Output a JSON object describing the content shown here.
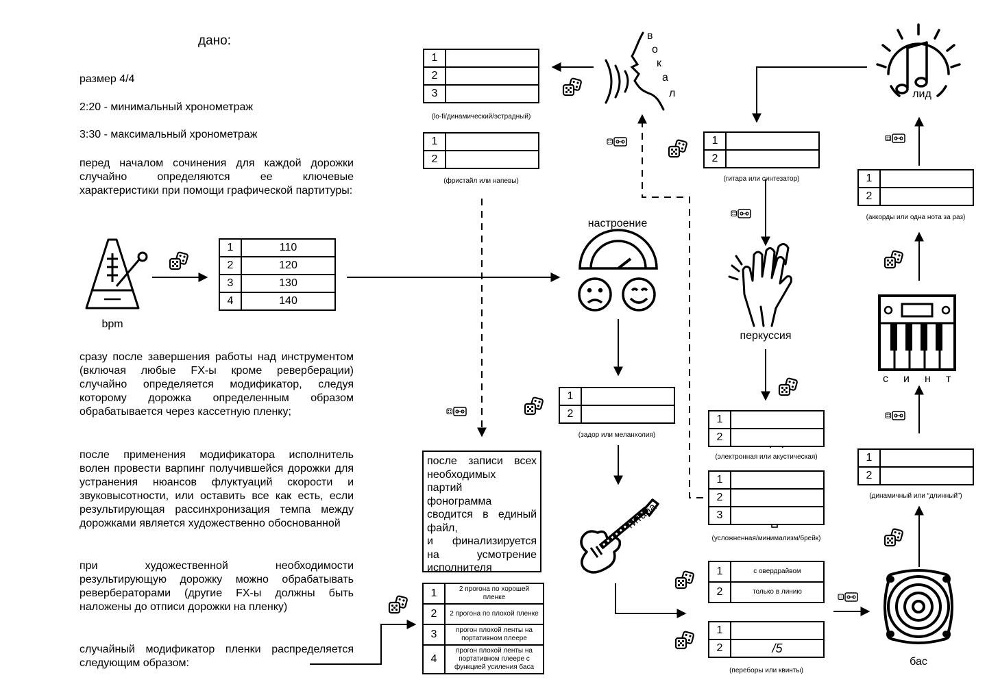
{
  "heading": "дано:",
  "intro": {
    "size": "размер 4/4",
    "min_duration": "2:20 - минимальный хронометраж",
    "max_duration": "3:30 - максимальный хронометраж",
    "p1": "перед началом сочинения для каждой дорожки случайно определяются ее ключевые характеристики при помощи графической партитуры:"
  },
  "bpm": {
    "label": "bpm",
    "rows": [
      {
        "n": "1",
        "v": "110"
      },
      {
        "n": "2",
        "v": "120"
      },
      {
        "n": "3",
        "v": "130"
      },
      {
        "n": "4",
        "v": "140"
      }
    ]
  },
  "rules": {
    "p2": "сразу после завершения работы над инструментом (включая любые FX-ы кроме реверберации) случайно определяется модификатор, следуя которому дорожка определенным образом обрабатывается через кассетную пленку;",
    "p3": "после применения модификатора исполнитель волен провести варпинг получившейся дорожки для устранения нюансов флуктуаций скорости и звуковысотности, или оставить все как есть, если результирующая рассинхронизация темпа между дорожками является художественно обоснованной",
    "p4": "при художественной необходимости результирующую дорожку можно обрабатывать ревербераторами (другие FX-ы должны быть наложены до отписи дорожки на пленку)",
    "p5": "случайный модификатор пленки распределяется следующим образом:"
  },
  "tape_table": [
    {
      "n": "1",
      "v": "2 прогона по хорошей пленке"
    },
    {
      "n": "2",
      "v": "2 прогона по плохой пленке"
    },
    {
      "n": "3",
      "v": "прогон плохой ленты на портативном плеере"
    },
    {
      "n": "4",
      "v": "прогон плохой ленты на портативном плеере с функцией усиления баса"
    }
  ],
  "final_text": [
    "после записи всех",
    "необходимых",
    "партий",
    "фонограмма",
    "сводится в единый",
    "файл,",
    "и финализируется",
    "на усмотрение",
    "исполнителя"
  ],
  "vocal": {
    "label": "вокал",
    "letters": [
      "в",
      "о",
      "к",
      "а",
      "л"
    ],
    "table1_nums": [
      "1",
      "2",
      "3"
    ],
    "table1_caption": "(lo-fi/динамический/эстрадный)",
    "table2_nums": [
      "1",
      "2"
    ],
    "table2_caption": "(фристайл или напевы)"
  },
  "mood": {
    "label": "настроение",
    "nums": [
      "1",
      "2"
    ],
    "caption": "(задор или меланхолия)"
  },
  "guitar": {
    "label": "гитара",
    "table1": [
      {
        "n": "1",
        "v": "с овердрайвом"
      },
      {
        "n": "2",
        "v": "только в линию"
      }
    ],
    "table2_nums": [
      "1",
      "2"
    ],
    "table2_glyph": "/5",
    "caption": "(переборы или квинты)"
  },
  "lead": {
    "label": "лид",
    "source_nums": [
      "1",
      "2"
    ],
    "source_caption": "(гитара или синтезатор)",
    "chord_nums": [
      "1",
      "2"
    ],
    "chord_caption": "(аккорды или одна нота за раз)"
  },
  "percussion": {
    "label": "перкуссия",
    "kit_nums": [
      "1",
      "2"
    ],
    "kit_caption": "(электронная или акустическая)",
    "style_nums": [
      "1",
      "2",
      "3"
    ],
    "style_caption": "(усложненная/минимализм/брейк)"
  },
  "synth": {
    "label": "синт",
    "letters": [
      "с",
      "и",
      "н",
      "т"
    ],
    "nums": [
      "1",
      "2"
    ],
    "caption": "(динамичный или “длинный”)"
  },
  "bass": {
    "label": "бас"
  }
}
